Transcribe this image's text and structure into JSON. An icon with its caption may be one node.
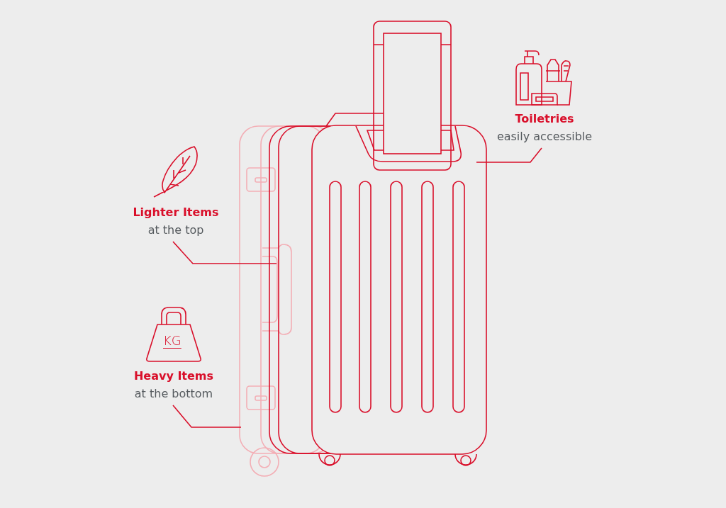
{
  "diagram": {
    "nodes": [
      {
        "text": [
          "Toiletries",
          "easily accessible"
        ]
      },
      {
        "text": [
          "Lighter Items",
          "at the top"
        ]
      },
      {
        "text": [
          "Heavy Items",
          "at the bottom"
        ]
      }
    ],
    "edges": [
      {
        "from": 0,
        "to": null,
        "arrow": "none"
      },
      {
        "from": 1,
        "to": null,
        "arrow": "none"
      },
      {
        "from": 2,
        "to": null,
        "arrow": "none"
      }
    ],
    "labels": [
      "KG"
    ]
  }
}
